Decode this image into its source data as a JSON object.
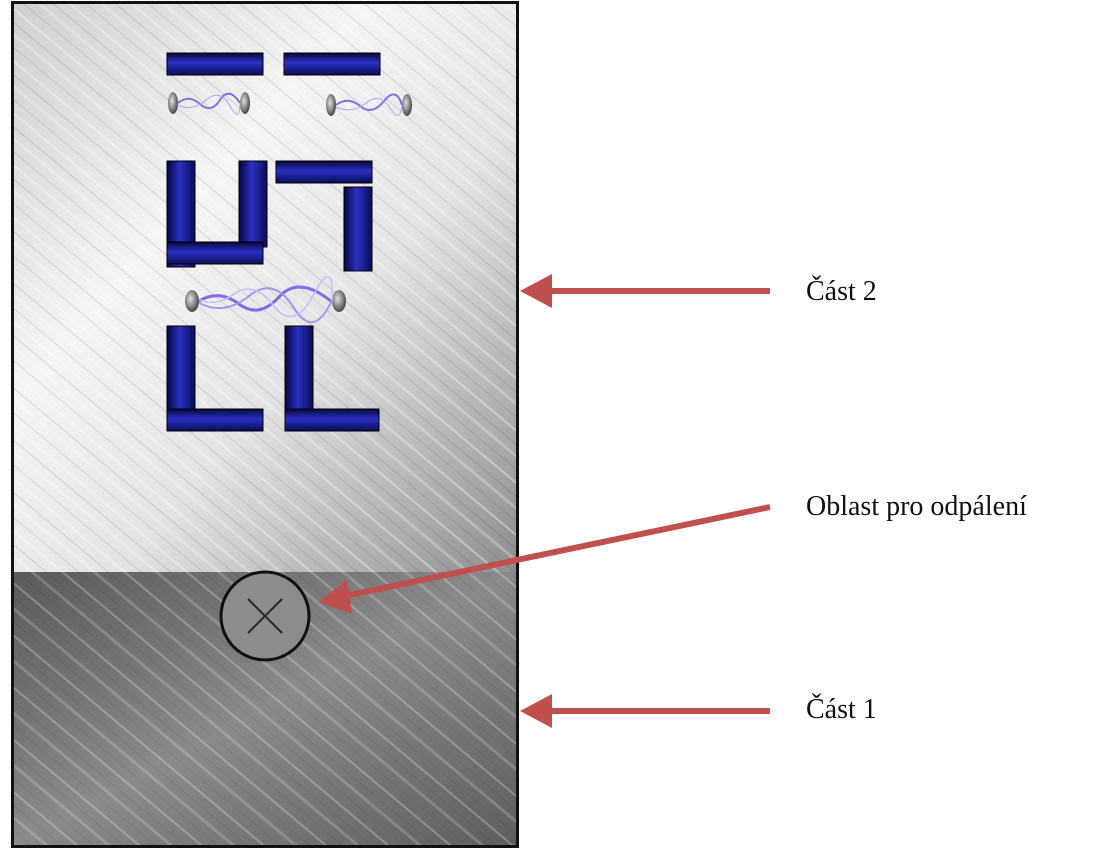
{
  "annotations": {
    "part2_label": "Část 2",
    "launch_area_label": "Oblast pro odpálení",
    "part1_label": "Část 1"
  },
  "game": {
    "launch_button_icon": "close-x-icon",
    "wall_color": "#1a1f8f",
    "zone_upper_color": "#d9d9d9",
    "zone_lower_color": "#6e6e6e",
    "laser_color": "#8a6fe0",
    "arrow_color": "#c0504d"
  }
}
